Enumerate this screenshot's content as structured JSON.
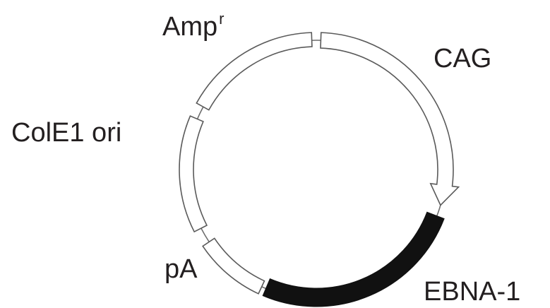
{
  "plasmid": {
    "features": [
      {
        "id": "ampr",
        "label": "Amp",
        "label_superscript": "r",
        "style": "open",
        "arrow": false
      },
      {
        "id": "cag",
        "label": "CAG",
        "style": "open",
        "arrow": true
      },
      {
        "id": "colE1",
        "label": "ColE1 ori",
        "style": "open",
        "arrow": false
      },
      {
        "id": "pa",
        "label": "pA",
        "style": "open",
        "arrow": false
      },
      {
        "id": "ebna1",
        "label": "EBNA-1",
        "style": "filled",
        "arrow": false
      }
    ],
    "colors": {
      "outline": "#5a5a5a",
      "backbone": "#6d6d6d",
      "filled": "#111111",
      "text": "#231f20"
    }
  }
}
